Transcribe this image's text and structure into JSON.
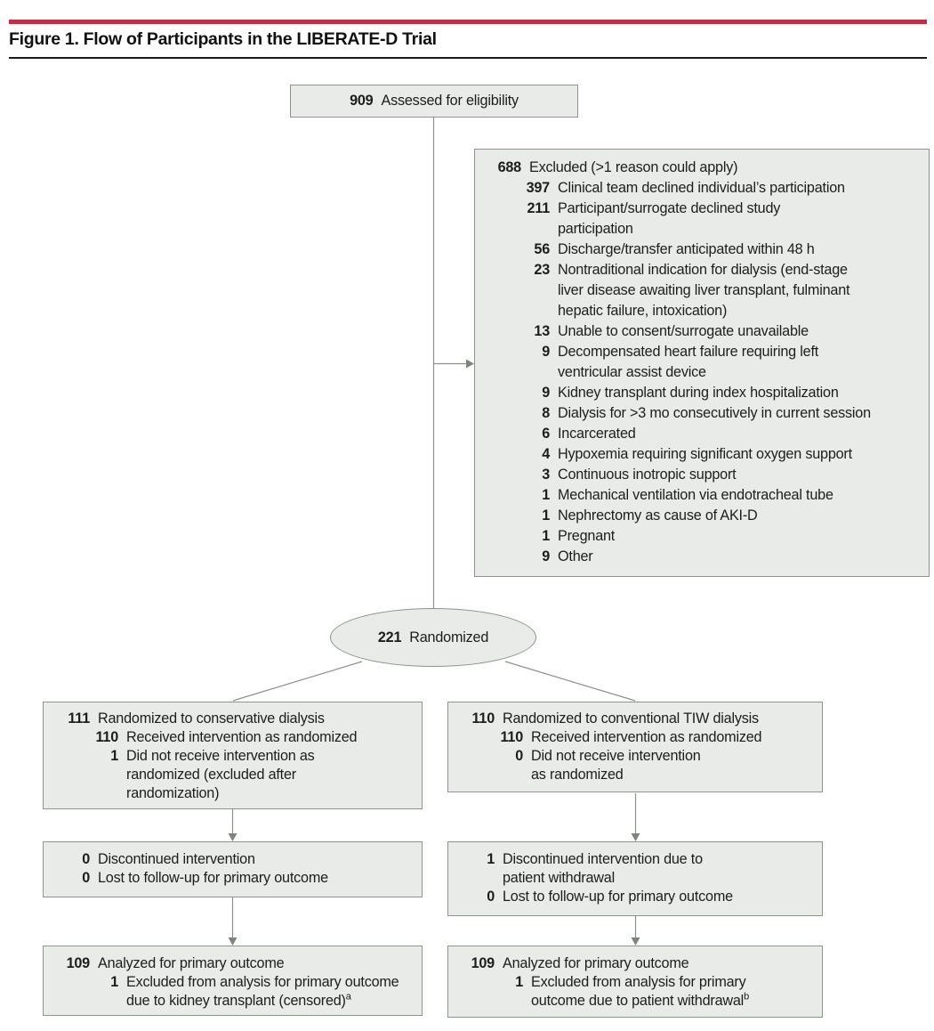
{
  "title": "Figure 1. Flow of Participants in the LIBERATE-D Trial",
  "colors": {
    "accent_red": "#c22f45",
    "box_fill": "#e9ebe8",
    "box_border": "#8d938d",
    "connector_gray": "#8c918c",
    "text": "#1d1d1d"
  },
  "flow": {
    "assessed": {
      "rows": [
        {
          "n": "909",
          "t": "Assessed for eligibility",
          "i": 0
        }
      ]
    },
    "excluded": {
      "rows": [
        {
          "n": "688",
          "t": "Excluded (>1 reason could apply)",
          "i": 0
        },
        {
          "n": "397",
          "t": "Clinical team declined individual’s participation",
          "i": 1
        },
        {
          "n": "211",
          "t": "Participant/surrogate declined study\nparticipation",
          "i": 1
        },
        {
          "n": "56",
          "t": "Discharge/transfer anticipated within 48 h",
          "i": 1
        },
        {
          "n": "23",
          "t": "Nontraditional indication for dialysis (end-stage\nliver disease awaiting liver transplant, fulminant\nhepatic failure, intoxication)",
          "i": 1
        },
        {
          "n": "13",
          "t": "Unable to consent/surrogate unavailable",
          "i": 1
        },
        {
          "n": "9",
          "t": "Decompensated heart failure requiring left\nventricular assist device",
          "i": 1
        },
        {
          "n": "9",
          "t": "Kidney transplant during index hospitalization",
          "i": 1
        },
        {
          "n": "8",
          "t": "Dialysis for >3 mo consecutively in current session",
          "i": 1
        },
        {
          "n": "6",
          "t": "Incarcerated",
          "i": 1
        },
        {
          "n": "4",
          "t": "Hypoxemia requiring significant oxygen support",
          "i": 1
        },
        {
          "n": "3",
          "t": "Continuous inotropic support",
          "i": 1
        },
        {
          "n": "1",
          "t": "Mechanical ventilation via endotracheal tube",
          "i": 1
        },
        {
          "n": "1",
          "t": "Nephrectomy as cause of AKI-D",
          "i": 1
        },
        {
          "n": "1",
          "t": "Pregnant",
          "i": 1
        },
        {
          "n": "9",
          "t": "Other",
          "i": 1
        }
      ]
    },
    "randomized": {
      "rows": [
        {
          "n": "221",
          "t": "Randomized",
          "i": 0
        }
      ]
    },
    "group_left": {
      "rows": [
        {
          "n": "111",
          "t": "Randomized to conservative dialysis",
          "i": 0
        },
        {
          "n": "110",
          "t": "Received intervention as randomized",
          "i": 1
        },
        {
          "n": "1",
          "t": "Did not receive intervention as\nrandomized (excluded after\nrandomization)",
          "i": 1
        }
      ]
    },
    "group_right": {
      "rows": [
        {
          "n": "110",
          "t": "Randomized to conventional TIW dialysis",
          "i": 0
        },
        {
          "n": "110",
          "t": "Received intervention as randomized",
          "i": 1
        },
        {
          "n": "0",
          "t": "Did not receive intervention\nas randomized",
          "i": 1
        }
      ]
    },
    "discontinued_left": {
      "rows": [
        {
          "n": "0",
          "t": "Discontinued intervention",
          "i": 0
        },
        {
          "n": "0",
          "t": "Lost to follow-up for primary outcome",
          "i": 0
        }
      ]
    },
    "discontinued_right": {
      "rows": [
        {
          "n": "1",
          "t": "Discontinued intervention due to\npatient withdrawal",
          "i": 0
        },
        {
          "n": "0",
          "t": "Lost to follow-up for primary outcome",
          "i": 0
        }
      ]
    },
    "analyzed_left": {
      "rows": [
        {
          "n": "109",
          "t": "Analyzed for primary outcome",
          "i": 0
        },
        {
          "n": "1",
          "t": "Excluded from analysis for primary outcome\ndue to kidney transplant (censored)",
          "i": 1,
          "sup": "a"
        }
      ]
    },
    "analyzed_right": {
      "rows": [
        {
          "n": "109",
          "t": "Analyzed for primary outcome",
          "i": 0
        },
        {
          "n": "1",
          "t": "Excluded from analysis for primary\noutcome due to patient withdrawal",
          "i": 1,
          "sup": "b"
        }
      ]
    }
  }
}
